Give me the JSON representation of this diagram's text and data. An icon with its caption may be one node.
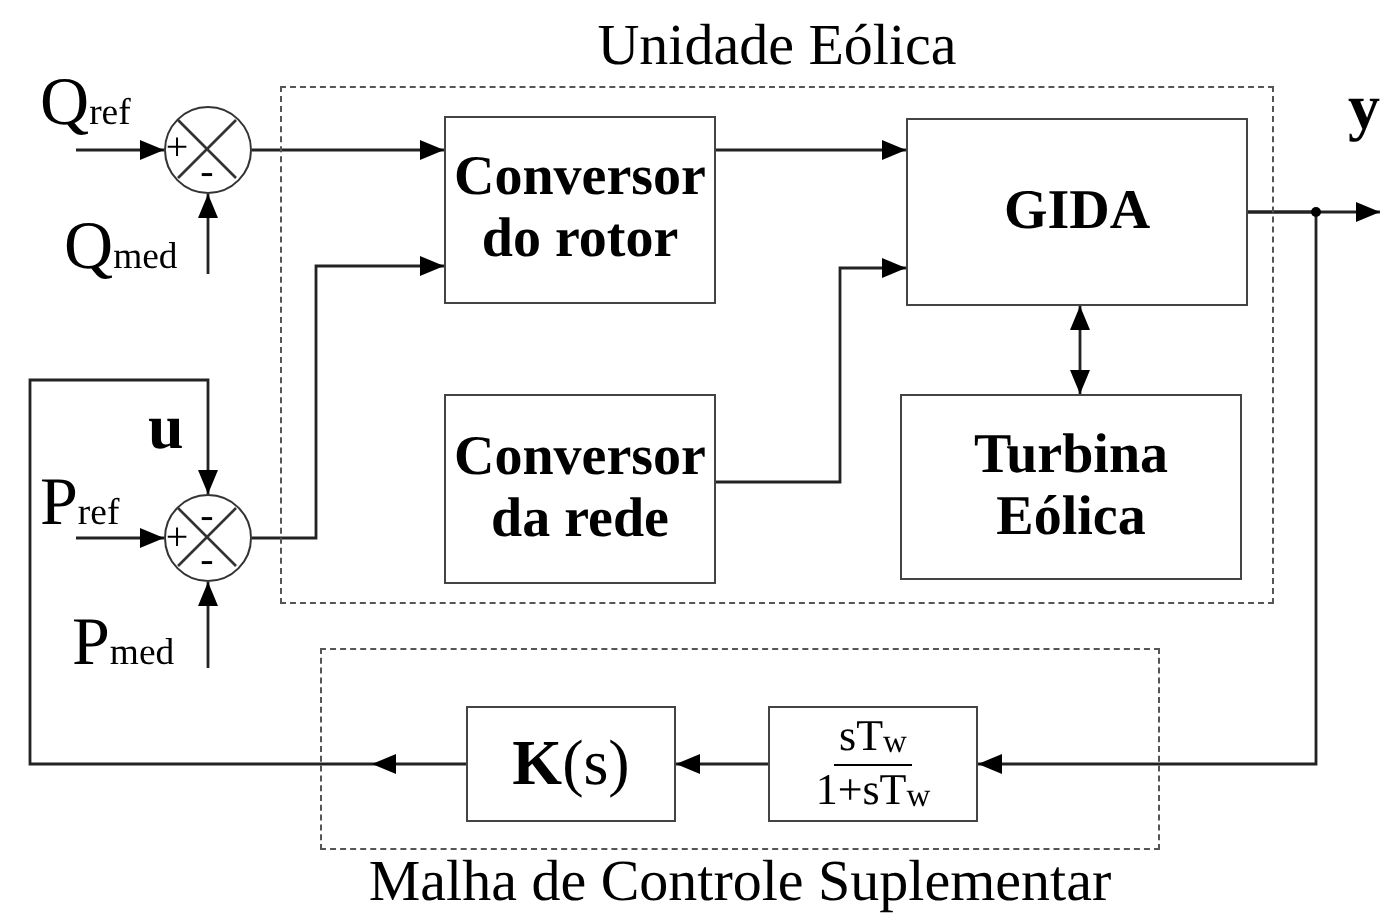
{
  "diagram": {
    "nodes": [
      {
        "text": [
          "Unidade Eólica"
        ]
      },
      {
        "text": [
          "Q$_{ref}$"
        ]
      },
      {
        "text": [
          "+",
          "-"
        ]
      },
      {
        "text": [
          "Conversor do rotor"
        ],
        "in": 0
      },
      {
        "text": [
          "GIDA"
        ],
        "in": 0
      },
      {
        "text": [
          "Q$_{med}$"
        ]
      },
      {
        "text": [
          "-",
          "+",
          "-"
        ]
      },
      {
        "text": [
          "P$_{ref}$"
        ]
      },
      {
        "text": [
          "Conversor da rede"
        ],
        "in": 0
      },
      {
        "text": [
          "Turbina Eólica"
        ],
        "in": 0
      },
      {
        "text": [
          "P$_{med}$"
        ]
      },
      {
        "text": [
          "Malha de Controle Suplementar"
        ]
      },
      {
        "text": [
          "**K**(s)"
        ],
        "in": 11
      },
      {
        "text": [
          "sT$_{w}$",
          "1+sT$_{w}$"
        ],
        "in": 11
      }
    ],
    "edges": [
      {
        "from": 1,
        "to": 2,
        "arrow": "to"
      },
      {
        "from": 5,
        "to": 2,
        "arrow": "to"
      },
      {
        "from": 7,
        "to": 6,
        "arrow": "to"
      },
      {
        "from": 10,
        "to": 6,
        "arrow": "to"
      },
      {
        "from": 2,
        "to": 3,
        "arrow": "to"
      },
      {
        "from": 6,
        "to": 3,
        "arrow": "to"
      },
      {
        "from": 3,
        "to": 4,
        "arrow": "to"
      },
      {
        "from": 8,
        "to": 4,
        "arrow": "to"
      },
      {
        "from": 4,
        "to": 9,
        "arrow": "both"
      },
      {
        "from": 4,
        "to": null,
        "arrow": "to"
      },
      {
        "from": 4,
        "to": 13,
        "arrow": "to"
      },
      {
        "from": 13,
        "to": 12,
        "arrow": "to"
      },
      {
        "from": 12,
        "to": 6,
        "arrow": "to"
      }
    ],
    "labels": [
      "y",
      "u"
    ]
  }
}
